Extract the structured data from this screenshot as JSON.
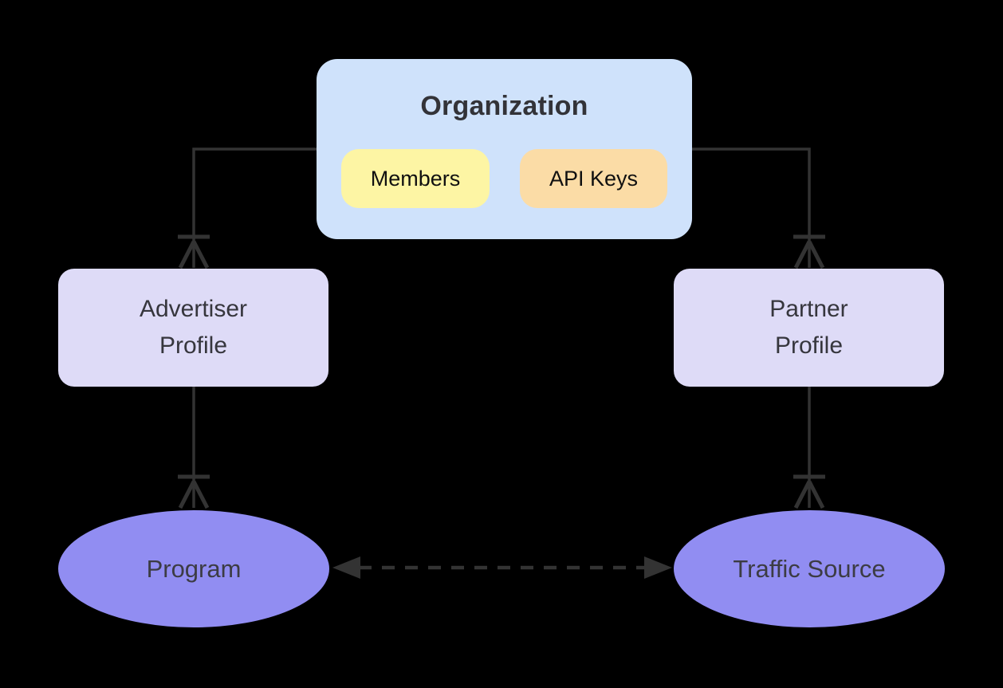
{
  "diagram_type": "entity-relationship",
  "colors": {
    "background": "#000000",
    "connector": "#333333",
    "organization_fill": "#cfe2fb",
    "members_badge_fill": "#fdf5a4",
    "api_keys_badge_fill": "#fbdca6",
    "profile_box_fill": "#dedbf7",
    "ellipse_fill": "#918df2",
    "text_dark": "#333338"
  },
  "organization": {
    "label": "Organization",
    "badges": [
      {
        "id": "members",
        "label": "Members"
      },
      {
        "id": "api-keys",
        "label": "API Keys"
      }
    ]
  },
  "entities": {
    "advertiser": {
      "label": "Advertiser Profile",
      "line1": "Advertiser",
      "line2": "Profile"
    },
    "partner": {
      "label": "Partner Profile",
      "line1": "Partner",
      "line2": "Profile"
    },
    "program": {
      "label": "Program"
    },
    "traffic_source": {
      "label": "Traffic Source"
    }
  },
  "relationships": [
    {
      "from": "Organization",
      "to": "Advertiser Profile",
      "marker": "crow-foot-one-or-more"
    },
    {
      "from": "Organization",
      "to": "Partner Profile",
      "marker": "crow-foot-one-or-more"
    },
    {
      "from": "Advertiser Profile",
      "to": "Program",
      "marker": "crow-foot-one-or-more"
    },
    {
      "from": "Partner Profile",
      "to": "Traffic Source",
      "marker": "crow-foot-one-or-more"
    },
    {
      "from": "Program",
      "to": "Traffic Source",
      "style": "dashed-double-arrow"
    }
  ]
}
